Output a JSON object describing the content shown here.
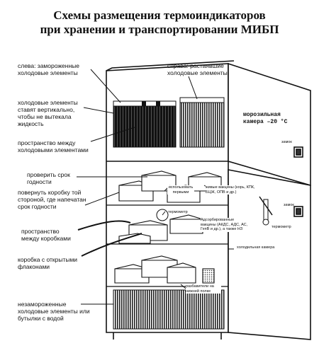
{
  "title": {
    "line1": "Схемы размещения термоиндикаторов",
    "line2": "при хранении и транспортировании МИБП"
  },
  "labels": {
    "left_frozen": "слева: замороженные холодовые элементы",
    "right_thawing": "справа: растаявшие холодовые элементы",
    "vertical": "холодовые элементы ставят вертикально, чтобы не вытекала жидкость",
    "space_elements": "пространство между холодовыми элементами",
    "check_expiry": "проверить срок годности",
    "turn_box": "повернуть коробку той стороной, где напечатан срок годности",
    "space_boxes": "пространство между коробками",
    "open_box": "коробка с открытыми флаконами",
    "unfrozen": "незамороженные холодовые элементы или бутылки с водой",
    "freezer": "морозильная камера –20 °С",
    "lock_top": "замок",
    "lock_bottom": "замок",
    "use_first": "использовать первыми",
    "live_vaccines": "живые вакцины (корь, КПК, БЦЖ, ОПВ и др.)",
    "thermometer_inside": "термометр",
    "adsorbed": "Адсорбированные вакцины (АКДС, АДС, АС, ГепВ и др.), а также НЗ",
    "thermometer_door": "термометр",
    "fridge_chamber": "холодильная камера",
    "diluents": "разбавители на нижней полке"
  }
}
